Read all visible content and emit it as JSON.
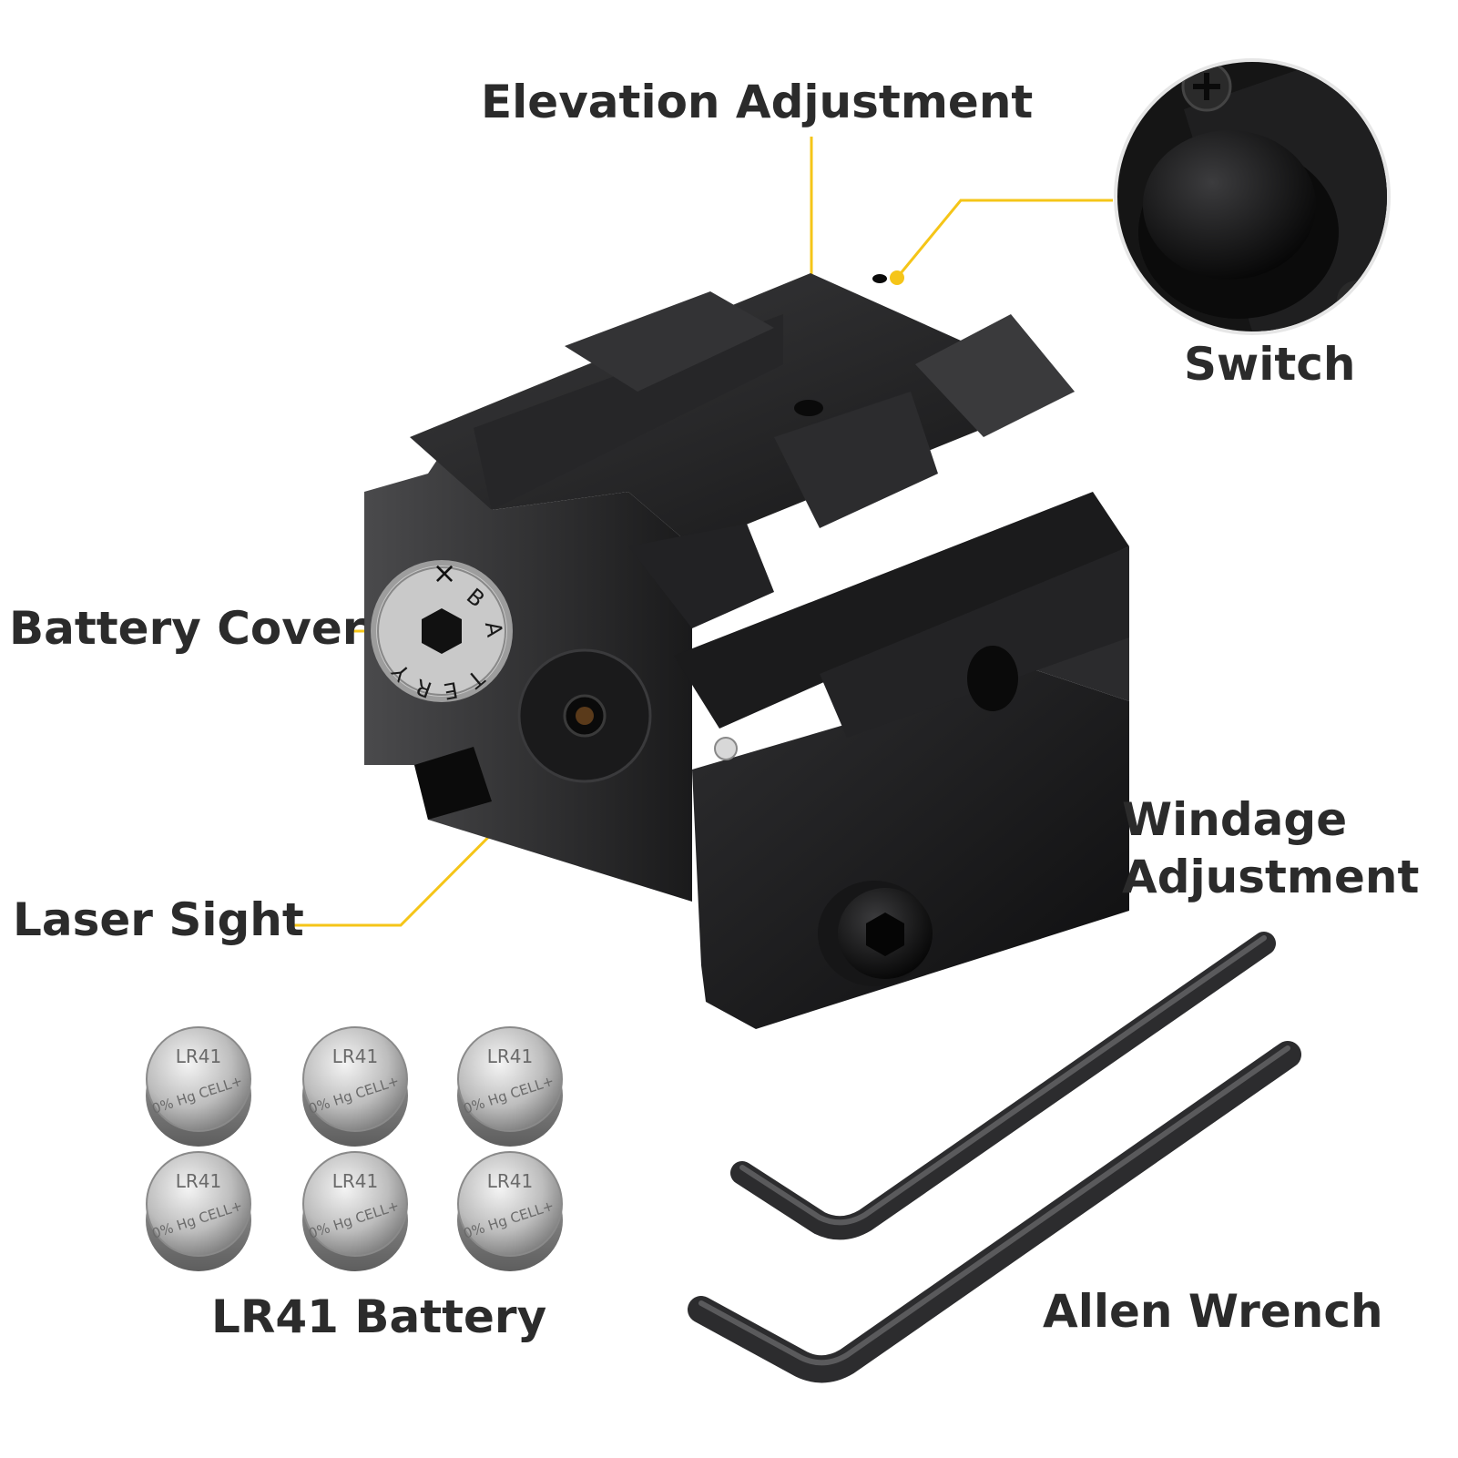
{
  "labels": {
    "elevation": "Elevation Adjustment",
    "switch": "Switch",
    "battery_cover": "Battery Cover",
    "laser_sight": "Laser Sight",
    "windage_line1": "Windage",
    "windage_line2": "Adjustment",
    "battery": "LR41 Battery",
    "wrench": "Allen Wrench"
  },
  "battery_cover_text": [
    "B",
    "A",
    "T",
    "E",
    "R",
    "Y"
  ],
  "coin_cell_print": {
    "model": "LR41",
    "line2": "0% Hg CELL+"
  },
  "colors": {
    "accent": "#F5C518",
    "text": "#2b2b2b",
    "body": "#1c1c1e"
  }
}
